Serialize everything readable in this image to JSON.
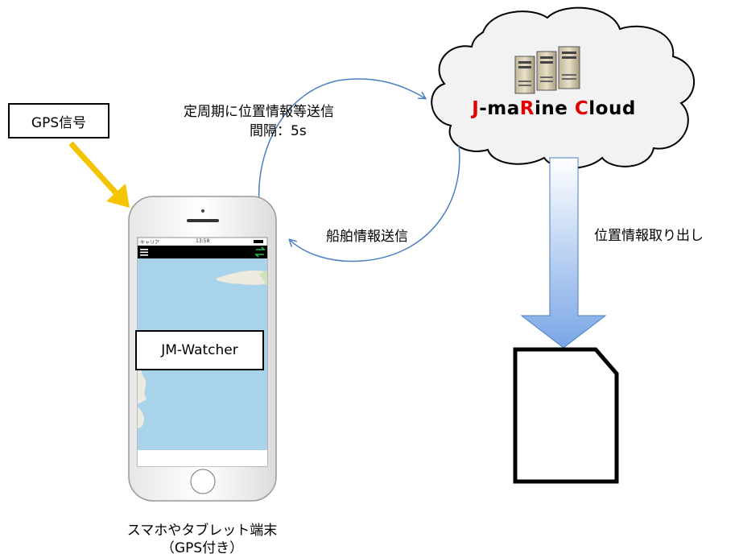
{
  "gps_label": "GPS信号",
  "periodic_send_label": "定周期に位置情報等送信",
  "interval_label": "間隔：5s",
  "ship_info_label": "船舶情報送信",
  "position_extract_label": "位置情報取り出し",
  "app_label": "JM-Watcher",
  "device_caption_line1": "スマホやタブレット端末",
  "device_caption_line2": "（GPS付き）",
  "cloud_title": {
    "j": "J",
    "dash_ma": "-ma",
    "r": "R",
    "ine": "ine ",
    "c": "C",
    "loud": "loud"
  },
  "phone_status": {
    "carrier": "キャリア",
    "time": "13:58"
  },
  "colors": {
    "gps_arrow": "#f5c400",
    "title_red": "#e00000",
    "cycle_arrow": "#4a7fc1",
    "down_arrow_top": "#ffffff",
    "down_arrow_bottom": "#7aa6e6",
    "map_water": "#a9d3ea",
    "phone_nav": "#000000"
  },
  "icons": [
    "menu-icon",
    "sync-icon",
    "server-icon",
    "cloud-icon",
    "document-icon",
    "home-button-icon"
  ]
}
